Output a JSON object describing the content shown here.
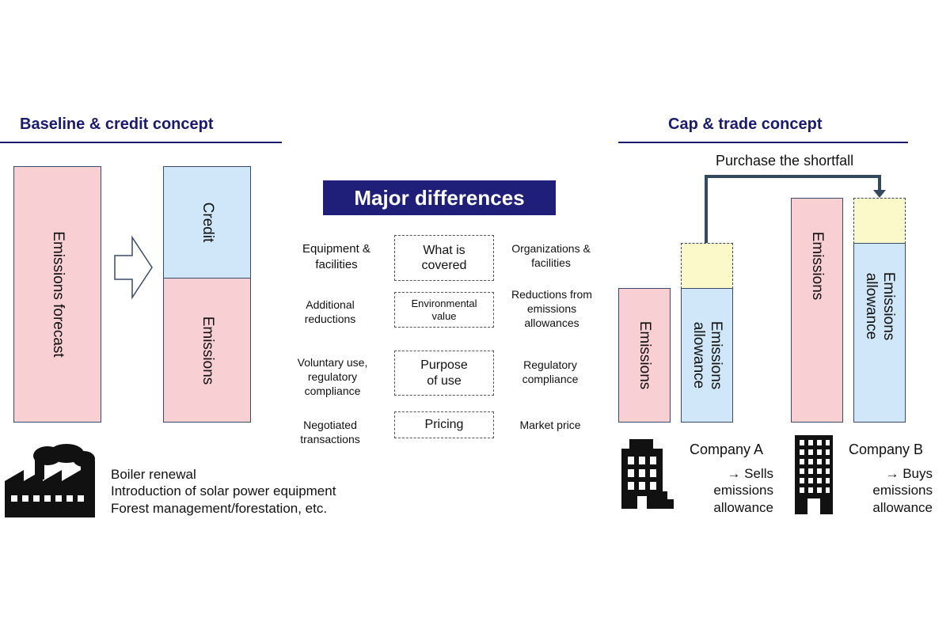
{
  "left": {
    "title": "Baseline & credit concept",
    "bar_forecast": "Emissions forecast",
    "bar_credit": "Credit",
    "bar_emissions": "Emissions",
    "measures": [
      "Boiler renewal",
      "Introduction of solar power equipment",
      "Forest management/forestation, etc."
    ]
  },
  "middle": {
    "title": "Major differences",
    "rows": [
      {
        "left": "Equipment  &\nfacilities",
        "center": "What is\ncovered",
        "right": "Organizations &\nfacilities"
      },
      {
        "left": "Additional\nreductions",
        "center": "Environmental\nvalue",
        "right": "Reductions from\nemissions\nallowances"
      },
      {
        "left": "Voluntary use,\nregulatory\ncompliance",
        "center": "Purpose\nof use",
        "right": "Regulatory\ncompliance"
      },
      {
        "left": "Negotiated\ntransactions",
        "center": "Pricing",
        "right": "Market price"
      }
    ]
  },
  "right": {
    "title": "Cap & trade concept",
    "arrow_label": "Purchase the shortfall",
    "company_a": {
      "bar_emissions": "Emissions",
      "bar_allowance": "Emissions\nallowance",
      "name": "Company A",
      "action": "→ Sells\nemissions\nallowance"
    },
    "company_b": {
      "bar_emissions": "Emissions",
      "bar_allowance": "Emissions\nallowance",
      "name": "Company B",
      "action": "→ Buys\nemissions\nallowance"
    }
  },
  "colors": {
    "navy": "#1a1a6e",
    "emissions": "#f8cfd3",
    "credit": "#cfe7f8",
    "shortfall": "#fbf9c9"
  }
}
